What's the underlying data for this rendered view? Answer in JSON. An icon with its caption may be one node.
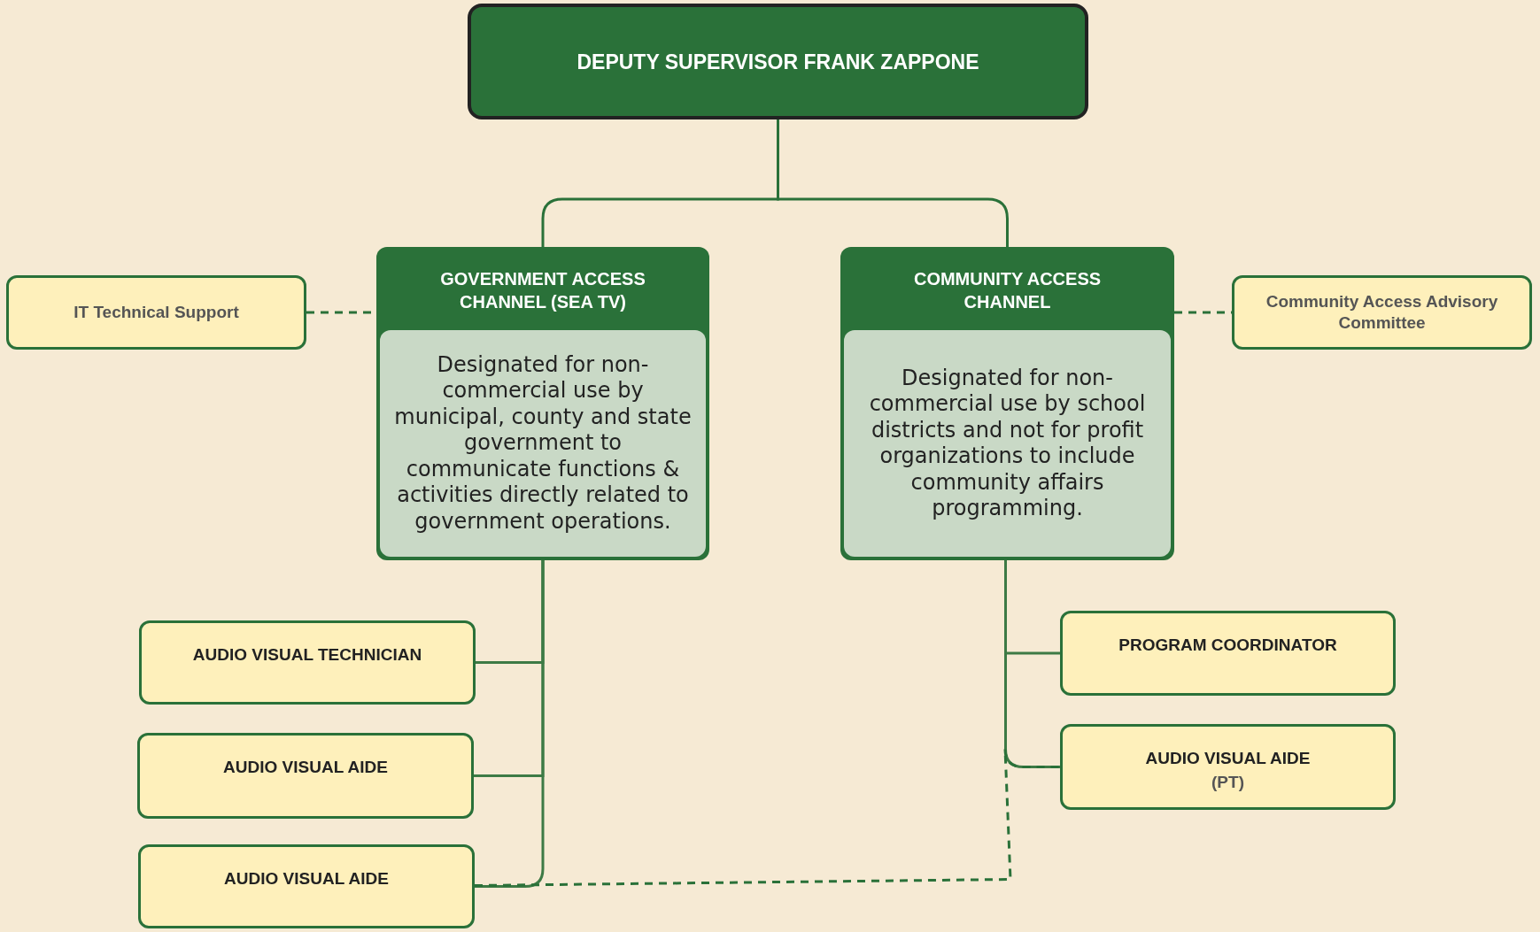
{
  "diagram": {
    "nodes": [
      {
        "text": [
          "DEPUTY SUPERVISOR FRANK ZAPPONE"
        ]
      },
      {
        "text": [
          "GOVERNMENT ACCESS CHANNEL (SEA TV)",
          "Designated for non-commercial use by municipal, county and state government to communicate functions & activities directly related to government operations."
        ]
      },
      {
        "text": [
          "COMMUNITY ACCESS CHANNEL",
          "Designated for non-commercial use by school districts and not for profit organizations to include community affairs programming."
        ]
      },
      {
        "text": [
          "IT Technical Support"
        ]
      },
      {
        "text": [
          "Community Access Advisory Committee"
        ]
      },
      {
        "text": [
          "AUDIO VISUAL TECHNICIAN"
        ]
      },
      {
        "text": [
          "AUDIO VISUAL AIDE"
        ]
      },
      {
        "text": [
          "AUDIO VISUAL AIDE"
        ]
      },
      {
        "text": [
          "PROGRAM COORDINATOR"
        ]
      },
      {
        "text": [
          "AUDIO VISUAL AIDE",
          "(PT)"
        ]
      }
    ],
    "edges": [
      {
        "from": 0,
        "to": 1,
        "arrow": "none"
      },
      {
        "from": 0,
        "to": 2,
        "arrow": "none"
      },
      {
        "from": 3,
        "to": 1,
        "arrow": "none",
        "style": "dashed"
      },
      {
        "from": 2,
        "to": 4,
        "arrow": "none",
        "style": "dashed"
      },
      {
        "from": 1,
        "to": 5,
        "arrow": "none"
      },
      {
        "from": 1,
        "to": 6,
        "arrow": "none"
      },
      {
        "from": 1,
        "to": 7,
        "arrow": "none"
      },
      {
        "from": 2,
        "to": 8,
        "arrow": "none"
      },
      {
        "from": 2,
        "to": 9,
        "arrow": "none"
      },
      {
        "from": 7,
        "to": 9,
        "arrow": "none",
        "style": "dashed"
      }
    ]
  }
}
